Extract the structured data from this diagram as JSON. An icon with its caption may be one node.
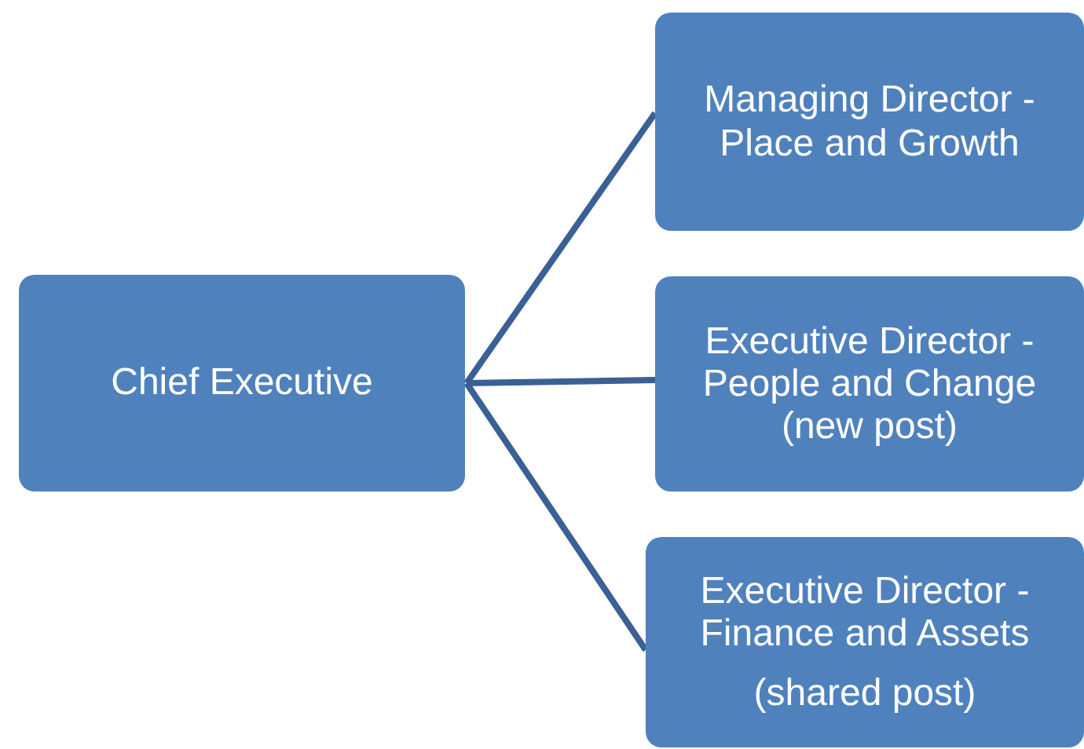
{
  "diagram": {
    "nodes": [
      {
        "text": [
          "Chief Executive"
        ]
      },
      {
        "text": [
          "Managing Director - Place and Growth"
        ]
      },
      {
        "text": [
          "Executive Director - People and Change (new post)"
        ]
      },
      {
        "text": [
          "Executive Director - Finance and Assets",
          "(shared post)"
        ]
      }
    ],
    "edges": [
      {
        "from": 0,
        "to": 1,
        "arrow": "none"
      },
      {
        "from": 0,
        "to": 2,
        "arrow": "none"
      },
      {
        "from": 0,
        "to": 3,
        "arrow": "none"
      }
    ]
  }
}
